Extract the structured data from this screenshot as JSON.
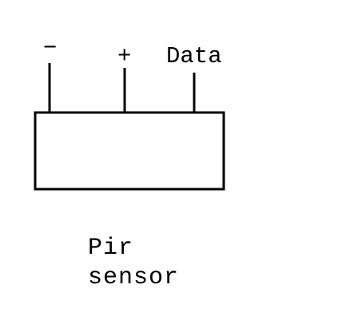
{
  "pins": [
    {
      "label": "−"
    },
    {
      "label": "+"
    },
    {
      "label": "Data"
    }
  ],
  "component": {
    "name_line1": "Pir",
    "name_line2": "sensor"
  },
  "colors": {
    "stroke": "#000000",
    "background": "#ffffff"
  }
}
